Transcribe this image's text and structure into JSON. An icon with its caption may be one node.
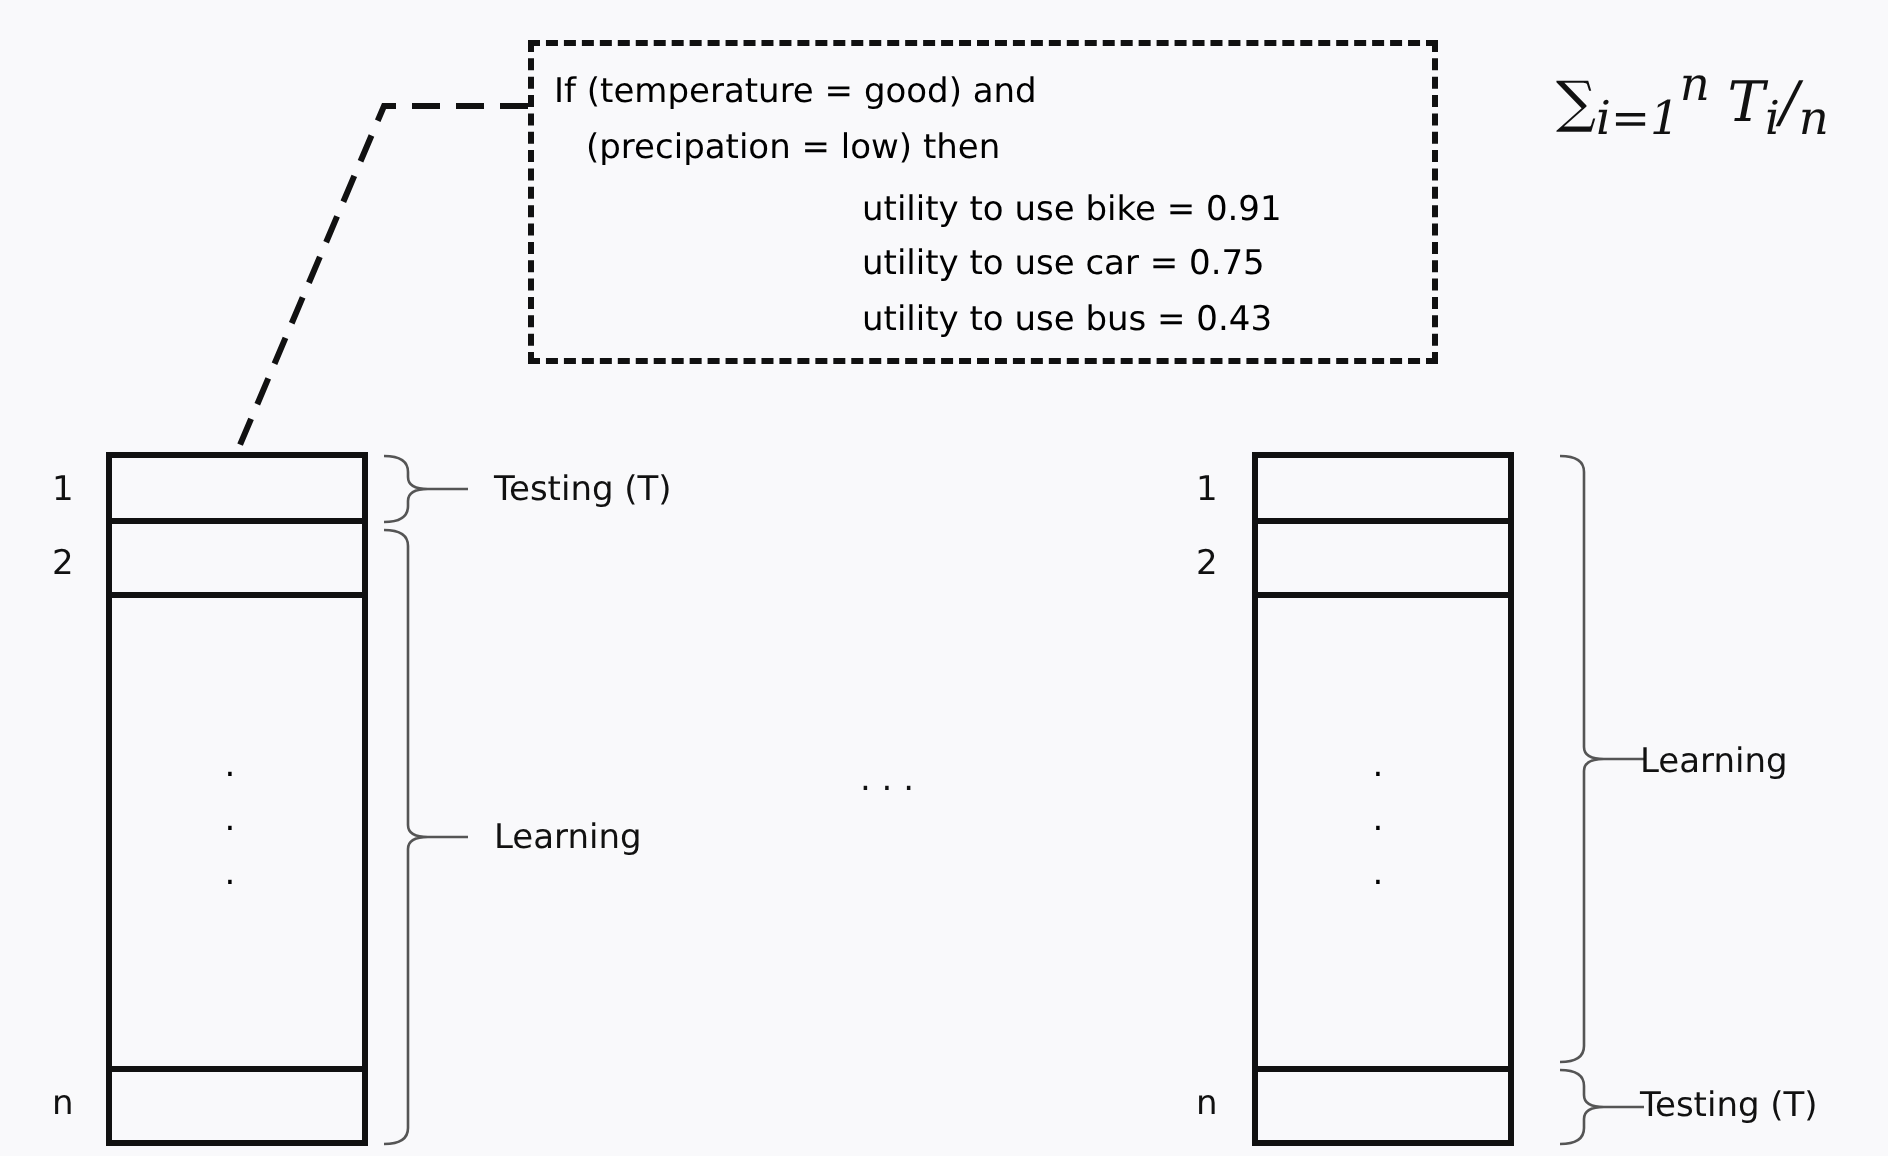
{
  "diagram": {
    "nodes": [
      {
        "text": [
          "If (temperature = good) and",
          "(precipation = low) then",
          "utility to use bike = 0.91",
          "utility to use car = 0.75",
          "utility to use bus = 0.43"
        ]
      },
      {
        "text": [],
        "shape": "box"
      },
      {
        "text": [],
        "shape": "box"
      },
      {
        "text": [],
        "shape": "box"
      },
      {
        "text": [],
        "shape": "box"
      },
      {
        "text": [],
        "shape": "box"
      },
      {
        "text": [],
        "shape": "box"
      },
      {
        "text": [],
        "shape": "box"
      },
      {
        "text": [],
        "shape": "box"
      }
    ],
    "edges": [
      {
        "from": 0,
        "to": 1,
        "arrow": "none",
        "style": "dashed"
      }
    ],
    "labels": [
      "∑$_{i=1}$$^{n}$ T$_{i}$/$_{n}$",
      "1",
      "Testing (T)",
      "2",
      ". . .",
      "Learning",
      ". . .",
      "n",
      "1",
      "2",
      ". . .",
      "Learning",
      "n",
      "Testing (T)"
    ]
  }
}
